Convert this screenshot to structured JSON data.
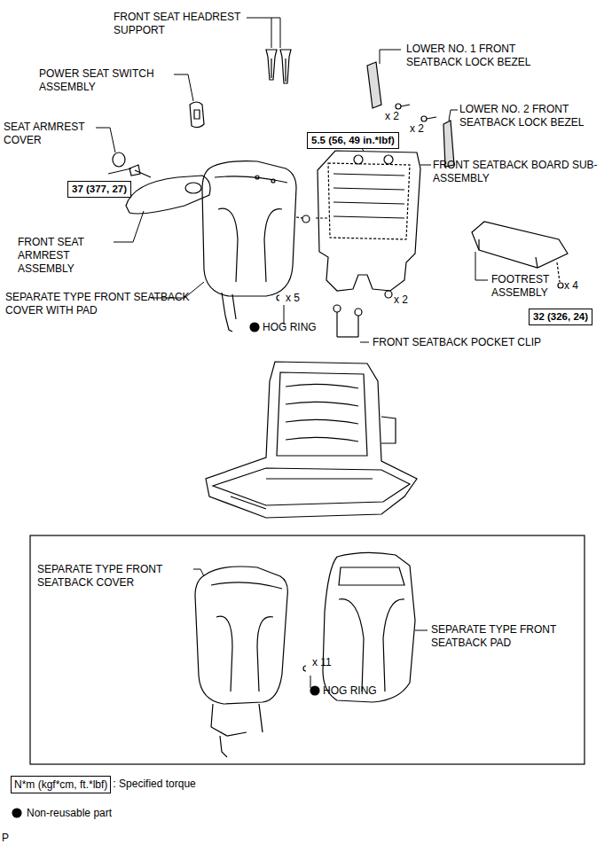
{
  "diagram": {
    "nodes": [
      {
        "text": [
          "5.5 (56, 49 in.*lbf)"
        ]
      },
      {
        "text": [
          "37 (377, 27)"
        ]
      },
      {
        "text": [
          "32 (326, 24)"
        ]
      }
    ],
    "labels": [
      "FRONT SEAT HEADREST SUPPORT",
      "LOWER NO. 1 FRONT SEATBACK LOCK BEZEL",
      "POWER SEAT SWITCH ASSEMBLY",
      "x 2",
      "x 2",
      "LOWER NO. 2 FRONT SEATBACK LOCK BEZEL",
      "SEAT ARMREST COVER",
      "FRONT SEATBACK BOARD SUB-ASSEMBLY",
      "FRONT SEAT ARMREST ASSEMBLY",
      "SEPARATE TYPE FRONT SEATBACK COVER WITH PAD",
      "x 5",
      "HOG RING",
      "x 2",
      "FOOTREST ASSEMBLY",
      "x 4",
      "FRONT SEATBACK POCKET CLIP",
      "SEPARATE TYPE FRONT SEATBACK COVER",
      "SEPARATE TYPE FRONT SEATBACK PAD",
      "x 11",
      "HOG RING",
      "N*m (kgf*cm, ft.*lbf)",
      "P"
    ],
    "legend": [
      {
        "text": ": Specified torque"
      },
      {
        "text": "Non-reusable part"
      }
    ]
  }
}
